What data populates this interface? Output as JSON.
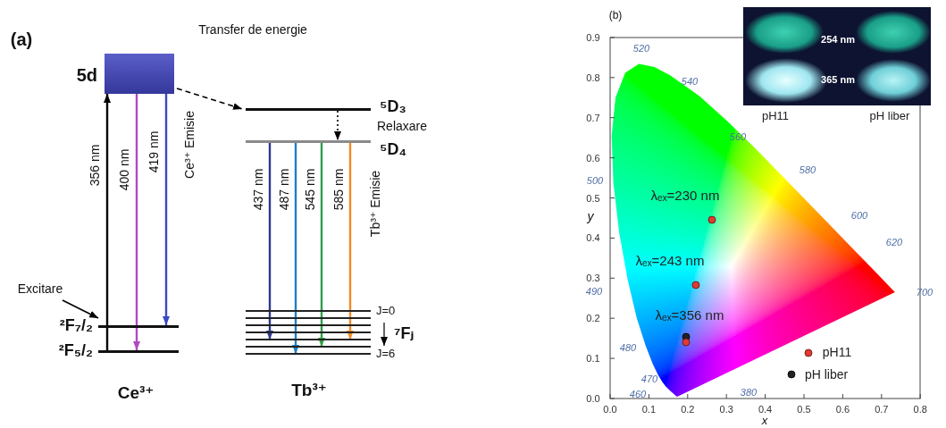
{
  "diagram": {
    "nodes": [
      {
        "text": [
          "5d"
        ]
      },
      {
        "text": [
          "⁵D₃"
        ]
      },
      {
        "text": [
          "⁵D₄"
        ]
      },
      {
        "text": [
          "²F₇/₂"
        ]
      },
      {
        "text": [
          "²F₅/₂"
        ]
      },
      {
        "text": [
          "J=0",
          "⁷Fⱼ",
          "J=6"
        ]
      }
    ],
    "edges": [
      {
        "from": 4,
        "to": 0,
        "arrow": "to",
        "label": "356 nm"
      },
      {
        "from": 0,
        "to": 4,
        "arrow": "to",
        "label": "400 nm"
      },
      {
        "from": 0,
        "to": 3,
        "arrow": "to",
        "label": "419 nm"
      },
      {
        "from": 0,
        "to": 1,
        "arrow": "to",
        "label": "Transfer de energie"
      },
      {
        "from": 1,
        "to": 2,
        "arrow": "to",
        "label": "Relaxare"
      },
      {
        "from": 2,
        "to": 5,
        "arrow": "to",
        "label": "437 nm"
      },
      {
        "from": 2,
        "to": 5,
        "arrow": "to",
        "label": "487 nm"
      },
      {
        "from": 2,
        "to": 5,
        "arrow": "to",
        "label": "545 nm"
      },
      {
        "from": 2,
        "to": 5,
        "arrow": "to",
        "label": "585 nm"
      }
    ],
    "labels": [
      "(a)",
      "Ce³⁺ Emisie",
      "Excitare",
      "Ce³⁺",
      "Tb³⁺ Emisie",
      "Tb³⁺",
      "(b)",
      "254 nm",
      "365 nm",
      "pH11",
      "pH liber",
      "0.0",
      "0.1",
      "0.2",
      "0.3",
      "0.4",
      "0.5",
      "0.6",
      "0.7",
      "0.8",
      "0.0",
      "0.1",
      "0.2",
      "0.3",
      "0.4",
      "0.5",
      "0.6",
      "0.7",
      "0.8",
      "0.9",
      "x",
      "y",
      "520",
      "540",
      "560",
      "580",
      "600",
      "620",
      "700",
      "500",
      "490",
      "480",
      "470",
      "460",
      "380",
      "λₑₓ=230 nm",
      "λₑₓ=243 nm",
      "λₑₓ=356 nm",
      "pH11",
      "pH liber"
    ]
  }
}
